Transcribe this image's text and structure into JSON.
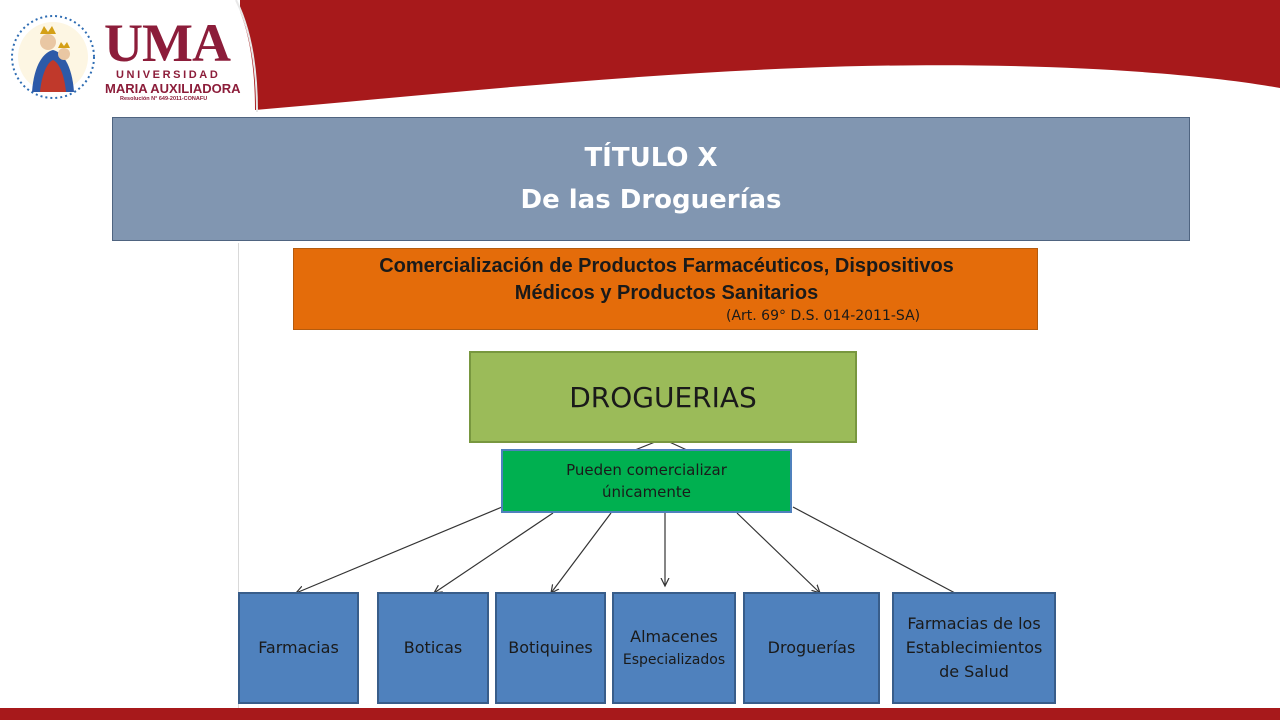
{
  "logo": {
    "name": "UMA",
    "universidad": "UNIVERSIDAD",
    "full_name": "MARIA AUXILIADORA",
    "resolution": "Resolución N° 649-2011-CONAFU"
  },
  "title": {
    "line1": "TÍTULO X",
    "line2": "De las Droguerías"
  },
  "diagram": {
    "header": {
      "line1": "Comercialización de Productos Farmacéuticos, Dispositivos",
      "line2": "Médicos y Productos Sanitarios",
      "note": "(Art. 69° D.S. 014-2011-SA)"
    },
    "root": "DROGUERIAS",
    "connector": {
      "line1": "Pueden comercializar",
      "line2": "únicamente"
    },
    "children": [
      {
        "lines": [
          "Farmacias"
        ]
      },
      {
        "lines": [
          "Boticas"
        ]
      },
      {
        "lines": [
          "Botiquines"
        ]
      },
      {
        "lines": [
          "Almacenes",
          "Especializados"
        ]
      },
      {
        "lines": [
          "Droguerías"
        ]
      },
      {
        "lines": [
          "Farmacias de los",
          "Establecimientos",
          "de Salud"
        ]
      }
    ]
  },
  "colors": {
    "banner": "#a7191b",
    "title_box": "#8196b1",
    "header_box": "#e46c0a",
    "root_box": "#9bbb59",
    "connector_box": "#00b050",
    "child_box": "#4f81bd"
  }
}
